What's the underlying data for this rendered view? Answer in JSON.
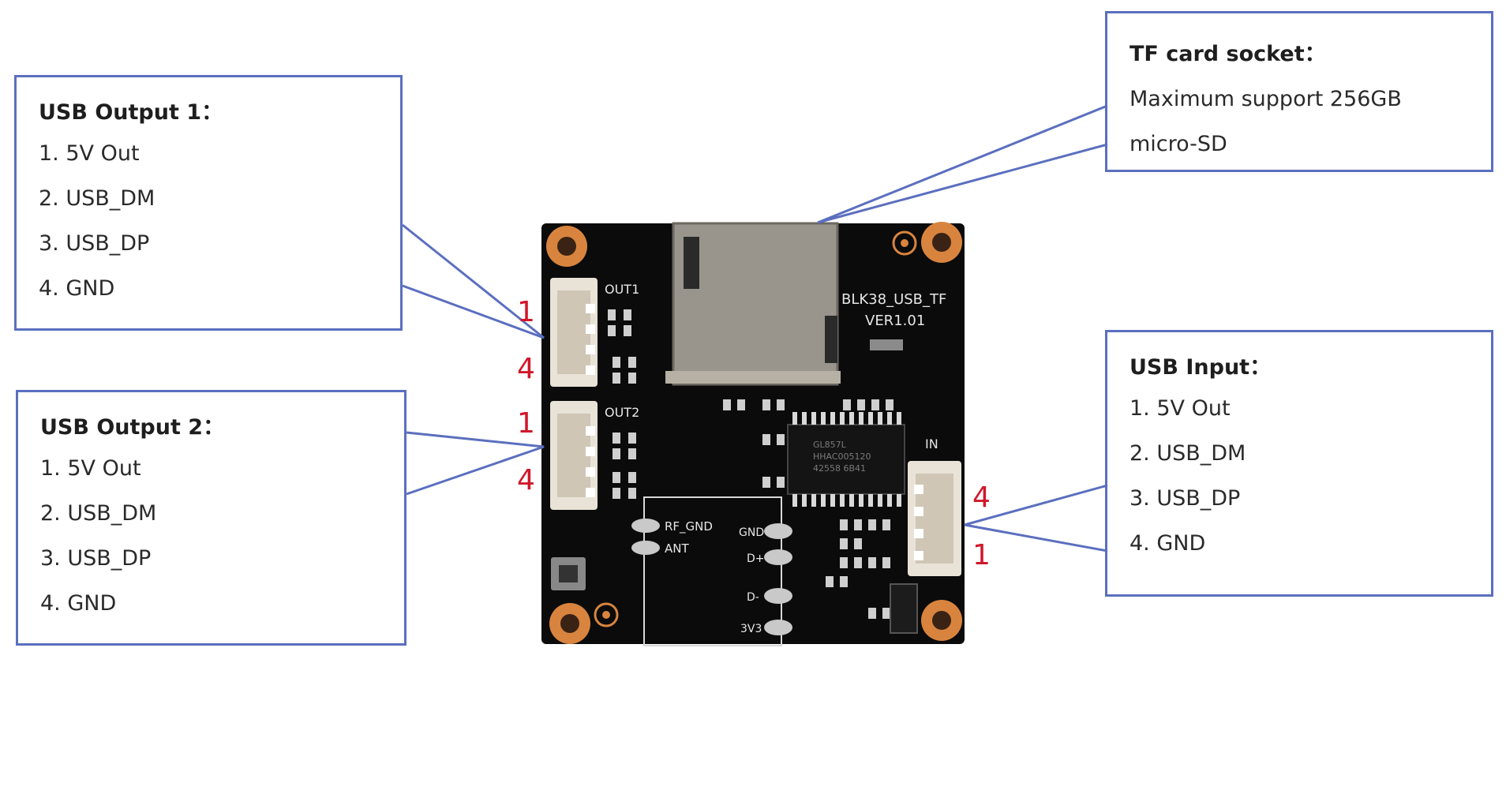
{
  "callouts": {
    "usb_output_1": {
      "title": "USB Output 1：",
      "lines": [
        "1. 5V Out",
        "2. USB_DM",
        "3. USB_DP",
        "4. GND"
      ]
    },
    "usb_output_2": {
      "title": "USB Output 2：",
      "lines": [
        "1. 5V Out",
        "2. USB_DM",
        "3. USB_DP",
        "4. GND"
      ]
    },
    "tf_card": {
      "title": "TF card socket：",
      "lines": [
        "Maximum support 256GB",
        "micro-SD"
      ]
    },
    "usb_input": {
      "title": "USB Input：",
      "lines": [
        "1. 5V Out",
        "2. USB_DM",
        "3. USB_DP",
        "4. GND"
      ]
    }
  },
  "pin_markers": {
    "out1_top": "1",
    "out1_bottom": "4",
    "out2_top": "1",
    "out2_bottom": "4",
    "in_top": "4",
    "in_bottom": "1"
  },
  "board": {
    "silkscreen_out1": "OUT1",
    "silkscreen_out2": "OUT2",
    "silkscreen_in": "IN",
    "board_name": "BLK38_USB_TF",
    "version": "VER1.01",
    "pad_rf_gnd": "RF_GND",
    "pad_ant": "ANT",
    "pad_gnd": "GND",
    "pad_dplus": "D+",
    "pad_dminus": "D-",
    "pad_3v3": "3V3",
    "chip_text_1": "GL857L",
    "chip_text_2": "HHAC005120",
    "chip_text_3": "42558 6B41"
  },
  "colors": {
    "callout_border": "#5b6fbf",
    "pin_marker": "#d0172b",
    "pcb": "#0b0b0b",
    "mount_pad": "#d8843f"
  }
}
